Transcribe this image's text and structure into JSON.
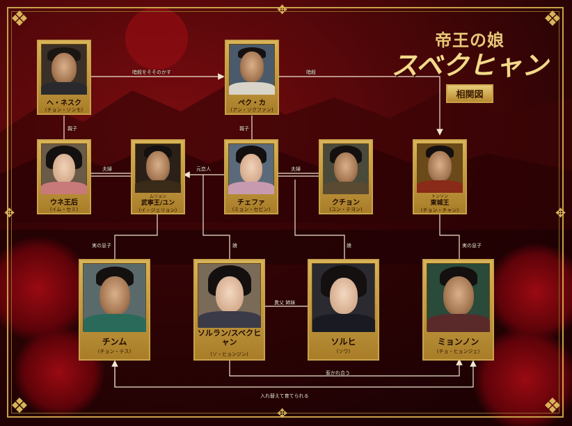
{
  "logo": {
    "subtitle": "帝王の娘",
    "title": "スベクヒャン",
    "badge": "相関図"
  },
  "colors": {
    "gold": "#c9a24a",
    "deep_red": "#4a0608",
    "line": "#f1e6d0"
  },
  "characters": [
    {
      "id": "hengsuku",
      "name": "ヘ・ネスク",
      "actor": "(チョン・ソンモ)",
      "ruby": ""
    },
    {
      "id": "bekka",
      "name": "ペク・カ",
      "actor": "(アン・ソクファン)",
      "ruby": ""
    },
    {
      "id": "uneko",
      "name": "ウネ王后",
      "actor": "(イム・セミ)",
      "ruby": ""
    },
    {
      "id": "muryeong",
      "name": "武寧王/ユン",
      "actor": "(イ・ジェリョン)",
      "ruby": "ムリョン"
    },
    {
      "id": "chefa",
      "name": "チェファ",
      "actor": "(ミョン・セビン)",
      "ruby": ""
    },
    {
      "id": "kuchon",
      "name": "クチョン",
      "actor": "(ユン・テヨン)",
      "ruby": ""
    },
    {
      "id": "tongseong",
      "name": "東城王",
      "actor": "(チョン・チャン)",
      "ruby": "トンソン"
    },
    {
      "id": "jinmu",
      "name": "チンム",
      "actor": "(チョン・テス)",
      "ruby": ""
    },
    {
      "id": "solran",
      "name": "ソルラン/スベクヒャン",
      "actor": "(ソ・ヒョンジン)",
      "ruby": ""
    },
    {
      "id": "solhi",
      "name": "ソルヒ",
      "actor": "(ソウ)",
      "ruby": ""
    },
    {
      "id": "myeongnong",
      "name": "ミョンノン",
      "actor": "(チョ・ヒョンジェ)",
      "ruby": ""
    }
  ],
  "relations": {
    "assassinate_plot": "暗殺をそそのかす",
    "assassinate": "暗殺",
    "parent_child_1": "親子",
    "parent_child_2": "親子",
    "couple_1": "夫婦",
    "former_lover": "元恋人",
    "couple_2": "夫婦",
    "real_son_1": "実の息子",
    "daughter_1": "娘",
    "daughter_2": "娘",
    "real_son_2": "実の息子",
    "half_sisters": "異父 姉妹",
    "attracted": "惹かれ合う",
    "swapped": "入れ替えて育てられる"
  }
}
